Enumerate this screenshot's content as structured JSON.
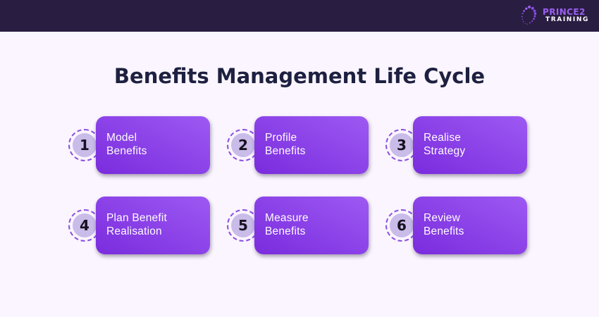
{
  "header": {
    "logo_line1": "PRINCE2",
    "logo_line2": "TRAINING"
  },
  "title": "Benefits Management Life Cycle",
  "steps": [
    {
      "number": "1",
      "label": "Model\nBenefits"
    },
    {
      "number": "2",
      "label": "Profile\nBenefits"
    },
    {
      "number": "3",
      "label": "Realise\nStrategy"
    },
    {
      "number": "4",
      "label": "Plan Benefit\nRealisation"
    },
    {
      "number": "5",
      "label": "Measure\nBenefits"
    },
    {
      "number": "6",
      "label": "Review\nBenefits"
    }
  ],
  "colors": {
    "header_bg": "#2a1d42",
    "page_bg": "#faf5fe",
    "title_text": "#1d2040",
    "card_gradient_light": "#9d59f3",
    "card_gradient_dark": "#7a2cdd",
    "card_text": "#fdfbff",
    "badge_fill": "#c9bce9",
    "badge_dash_border": "#8d50e0",
    "badge_number": "#17121f",
    "logo_purple": "#9a5ff0",
    "logo_white": "#ffffff"
  }
}
